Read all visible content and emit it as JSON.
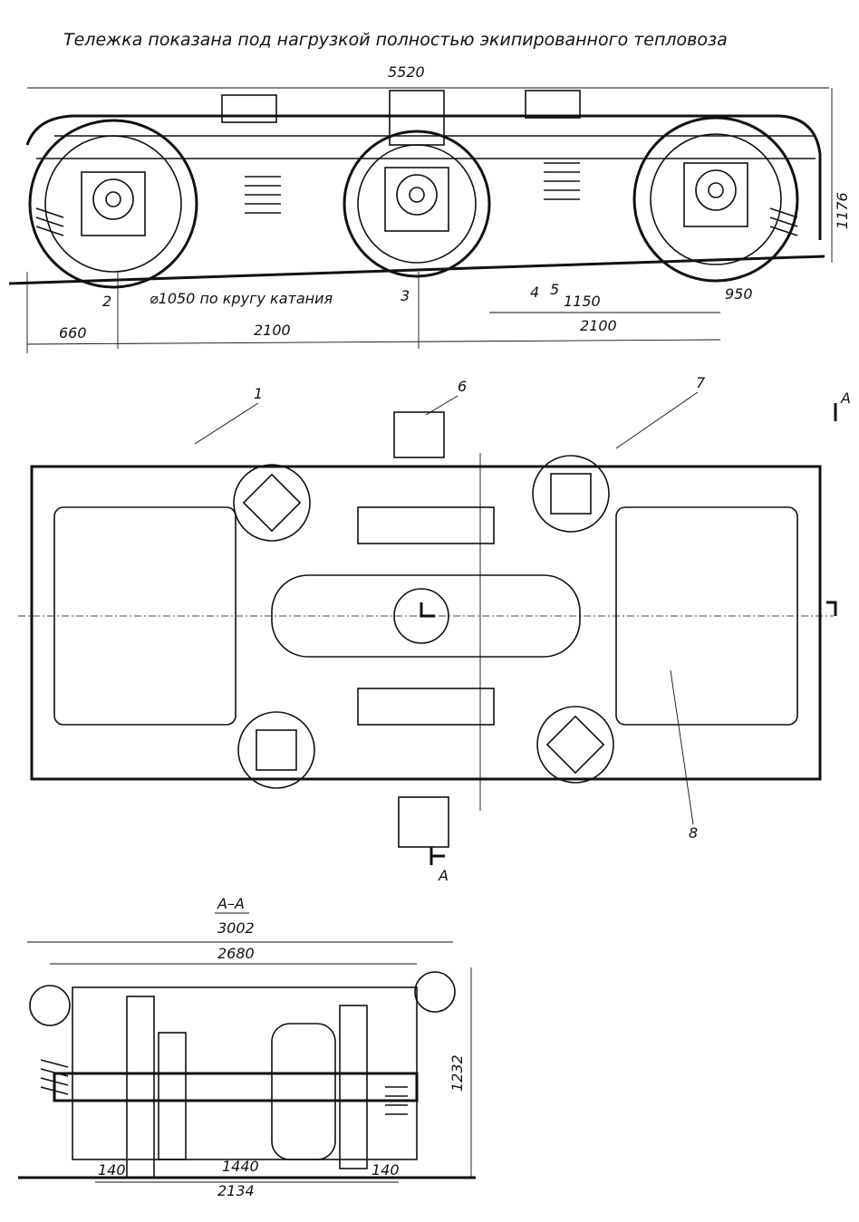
{
  "title": "Тележка показана под нагрузкой полностью экипированного тепловоза",
  "side_view": {
    "dim_overall_length": "5520",
    "dim_height": "1176",
    "wheel_note": "⌀1050 по кругу катания",
    "dim_660": "660",
    "dim_2100_left": "2100",
    "dim_2100_right": "2100",
    "dim_1150": "1150",
    "dim_950": "950",
    "callouts": [
      "2",
      "3",
      "4",
      "5"
    ]
  },
  "plan_view": {
    "callouts": [
      "1",
      "6",
      "7",
      "8"
    ],
    "section_mark": "A"
  },
  "section_view": {
    "title": "A–A",
    "dim_3002": "3002",
    "dim_2680": "2680",
    "dim_1232": "1232",
    "dim_140_left": "140",
    "dim_1440": "1440",
    "dim_140_right": "140",
    "dim_2134": "2134"
  }
}
